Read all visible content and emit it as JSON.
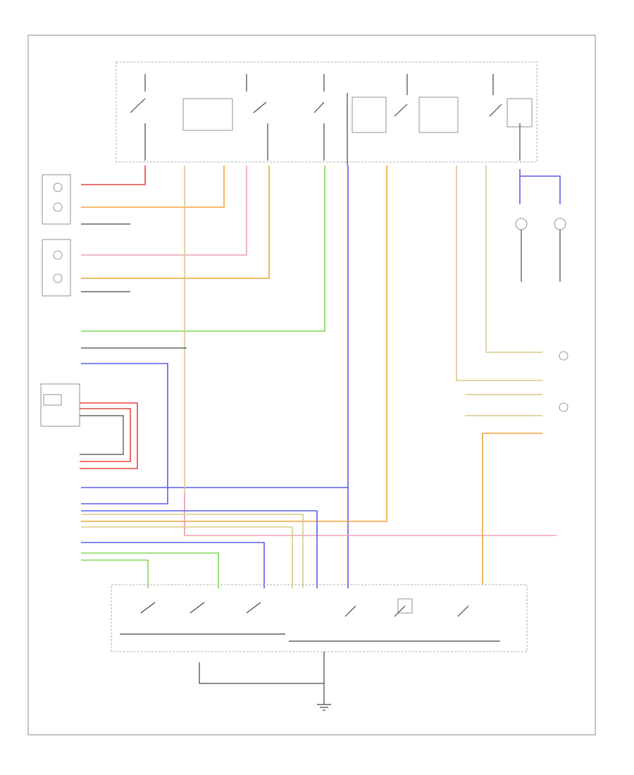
{
  "diagram": {
    "figure_ref": "",
    "colors": {
      "red": "#e8453c",
      "orange": "#f2a23b",
      "pink": "#f0a0b0",
      "green": "#7ed957",
      "blue": "#5b5bf0",
      "tan": "#d9c98a",
      "black": "#333333"
    },
    "wire_colors": [
      "red",
      "orange",
      "pink",
      "green",
      "blue",
      "tan",
      "black"
    ],
    "labels": {}
  }
}
